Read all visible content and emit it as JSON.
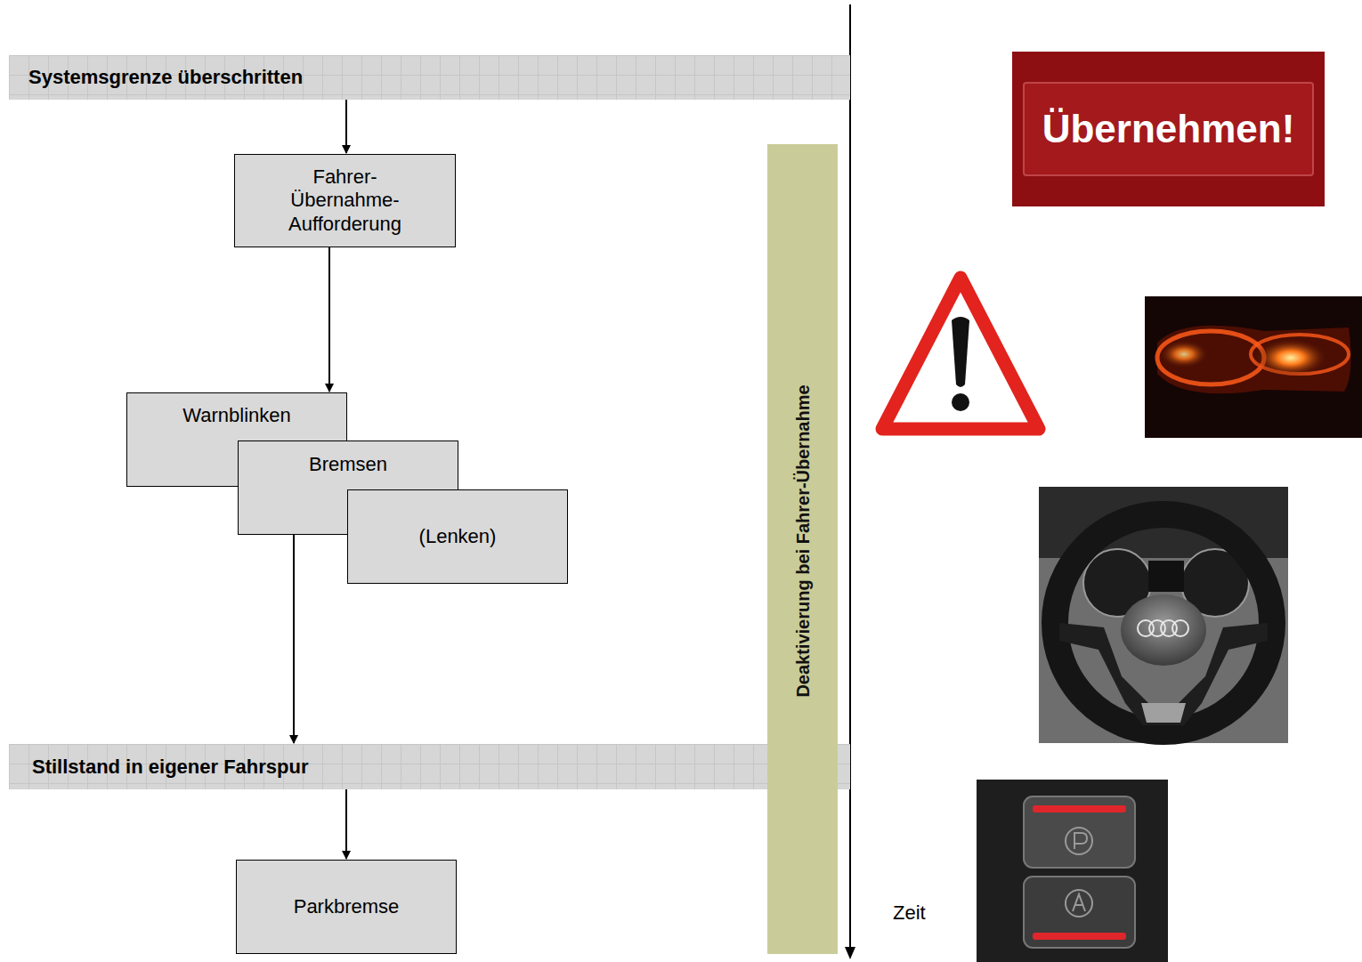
{
  "diagram": {
    "nodes": [
      {
        "text": [
          "Systemsgrenze überschritten"
        ]
      },
      {
        "text": [
          "Fahrer- Übernahme- Aufforderung"
        ]
      },
      {
        "text": [
          "Warnblinken"
        ]
      },
      {
        "text": [
          "Bremsen"
        ]
      },
      {
        "text": [
          "(Lenken)"
        ]
      },
      {
        "text": [
          "Stillstand in eigener Fahrspur"
        ]
      },
      {
        "text": [
          "Parkbremse"
        ]
      },
      {
        "text": [
          "Deaktivierung bei Fahrer-Übernahme"
        ]
      },
      {
        "text": [
          "Übernehmen!"
        ]
      }
    ],
    "edges": [
      {
        "from": 0,
        "to": 1,
        "arrow": "to"
      },
      {
        "from": 1,
        "to": 2,
        "arrow": "to"
      },
      {
        "from": 3,
        "to": 5,
        "arrow": "to"
      },
      {
        "from": 5,
        "to": 6,
        "arrow": "to"
      }
    ],
    "labels": [
      "Zeit"
    ]
  }
}
